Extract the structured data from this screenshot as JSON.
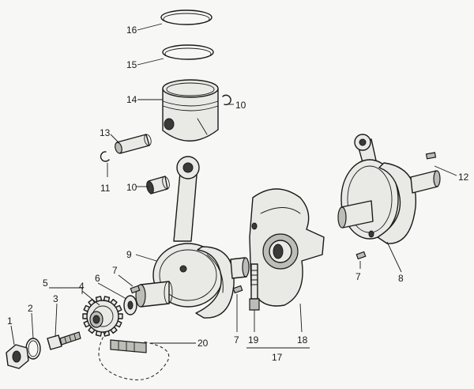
{
  "callouts": [
    {
      "id": "c1",
      "text": "1"
    },
    {
      "id": "c2",
      "text": "2"
    },
    {
      "id": "c3",
      "text": "3"
    },
    {
      "id": "c4",
      "text": "4"
    },
    {
      "id": "c5",
      "text": "5"
    },
    {
      "id": "c6",
      "text": "6"
    },
    {
      "id": "c7a",
      "text": "7"
    },
    {
      "id": "c7b",
      "text": "7"
    },
    {
      "id": "c7c",
      "text": "7"
    },
    {
      "id": "c8",
      "text": "8"
    },
    {
      "id": "c9",
      "text": "9"
    },
    {
      "id": "c10a",
      "text": "10"
    },
    {
      "id": "c10b",
      "text": "10"
    },
    {
      "id": "c11",
      "text": "11"
    },
    {
      "id": "c12",
      "text": "12"
    },
    {
      "id": "c13",
      "text": "13"
    },
    {
      "id": "c14",
      "text": "14"
    },
    {
      "id": "c15",
      "text": "15"
    },
    {
      "id": "c16",
      "text": "16"
    },
    {
      "id": "c17",
      "text": "17"
    },
    {
      "id": "c18",
      "text": "18"
    },
    {
      "id": "c19",
      "text": "19"
    },
    {
      "id": "c20",
      "text": "20"
    }
  ]
}
